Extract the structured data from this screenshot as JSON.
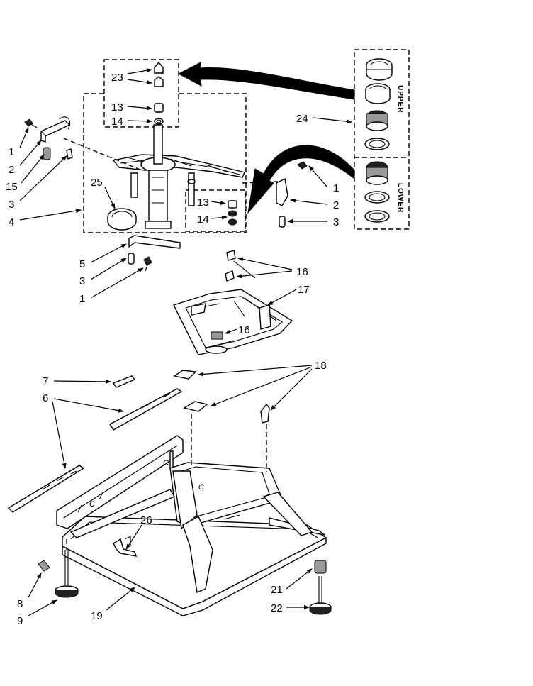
{
  "callouts": {
    "c1a": "1",
    "c2a": "2",
    "c15": "15",
    "c3a": "3",
    "c4": "4",
    "c23": "23",
    "c13a": "13",
    "c14a": "14",
    "c25": "25",
    "c24": "24",
    "c1b": "1",
    "c2b": "2",
    "c3b": "3",
    "c13b": "13",
    "c14b": "14",
    "c5": "5",
    "c3c": "3",
    "c1c": "1",
    "c16a": "16",
    "c17": "17",
    "c16b": "16",
    "c7": "7",
    "c6": "6",
    "c18": "18",
    "c26": "26",
    "c8": "8",
    "c9": "9",
    "c19": "19",
    "c21": "21",
    "c22": "22"
  },
  "inset": {
    "upper": "UPPER",
    "lower": "LOWER"
  },
  "letters": {
    "c1": "C",
    "c2": "C",
    "c3": "C"
  }
}
